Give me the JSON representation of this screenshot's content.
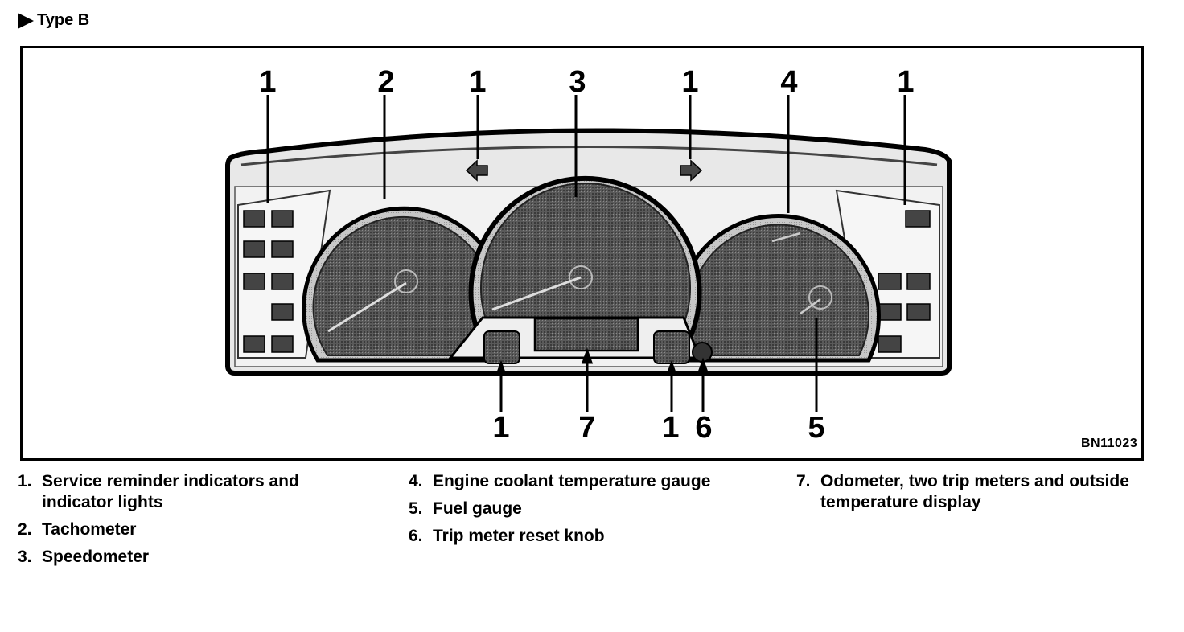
{
  "heading": "Type B",
  "figure_code": "BN11023",
  "callouts": {
    "c1a": "1",
    "c2": "2",
    "c1b": "1",
    "c3": "3",
    "c1c": "1",
    "c4": "4",
    "c1d": "1",
    "c1e": "1",
    "c7": "7",
    "c1f": "1",
    "c6": "6",
    "c5": "5"
  },
  "legend": {
    "col1": [
      {
        "num": "1.",
        "text": "Service reminder indicators and indicator lights"
      },
      {
        "num": "2.",
        "text": "Tachometer"
      },
      {
        "num": "3.",
        "text": "Speedometer"
      }
    ],
    "col2": [
      {
        "num": "4.",
        "text": "Engine coolant temperature gauge"
      },
      {
        "num": "5.",
        "text": "Fuel gauge"
      },
      {
        "num": "6.",
        "text": "Trip meter reset knob"
      }
    ],
    "col3": [
      {
        "num": "7.",
        "text": "Odometer, two trip meters and outside temperature display"
      }
    ]
  }
}
